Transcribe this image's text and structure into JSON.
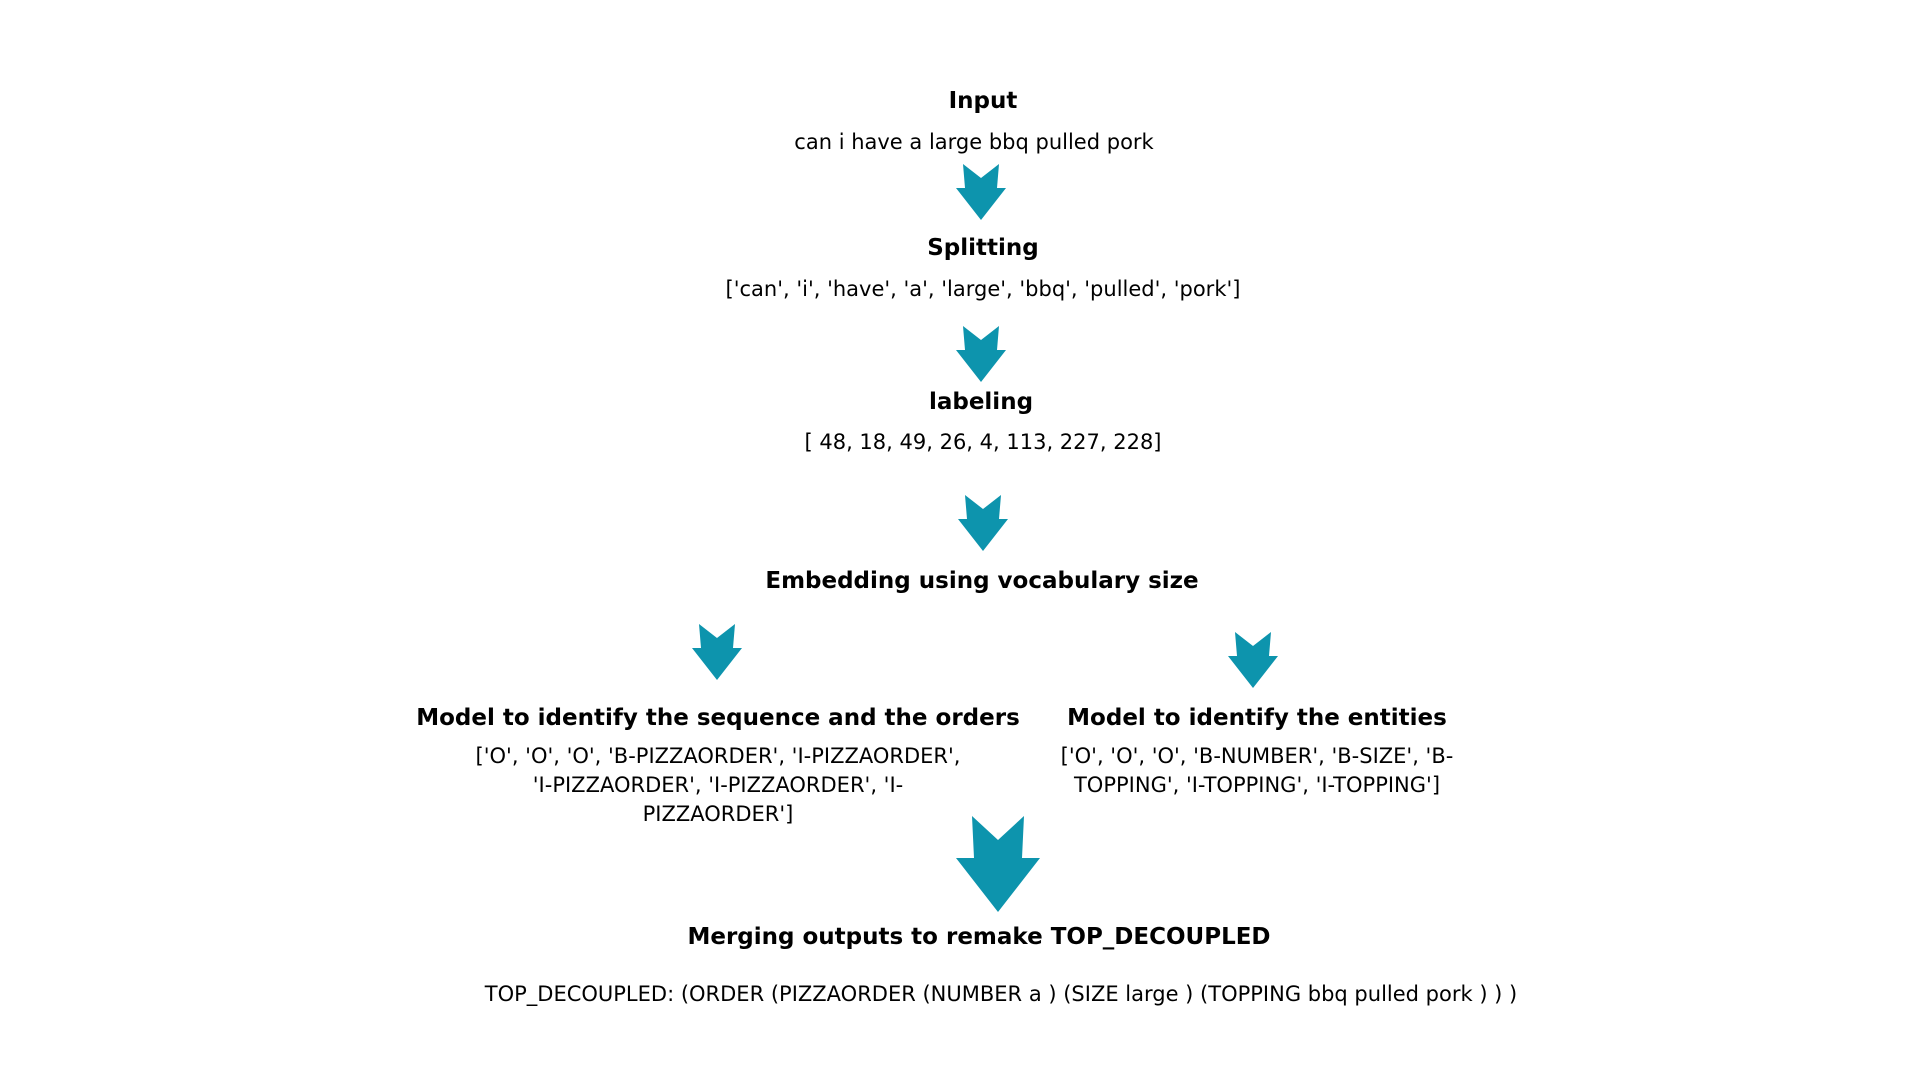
{
  "colors": {
    "arrow": "#0d94ad",
    "text": "#000000",
    "background": "#ffffff"
  },
  "steps": {
    "input": {
      "title": "Input",
      "value": "can i have a large bbq pulled pork"
    },
    "splitting": {
      "title": "Splitting",
      "value": "['can', 'i', 'have', 'a', 'large', 'bbq', 'pulled', 'pork']"
    },
    "labeling": {
      "title": "labeling",
      "value": "[ 48,  18,  49,  26,   4, 113, 227, 228]"
    },
    "embedding": {
      "title": "Embedding using vocabulary size"
    },
    "model_orders": {
      "title": "Model to identify the sequence and the orders",
      "value": "['O', 'O', 'O', 'B-PIZZAORDER', 'I-PIZZAORDER', 'I-PIZZAORDER', 'I-PIZZAORDER', 'I-PIZZAORDER']"
    },
    "model_entities": {
      "title": "Model to identify the  entities",
      "value": "['O', 'O', 'O', 'B-NUMBER', 'B-SIZE', 'B-TOPPING', 'I-TOPPING', 'I-TOPPING']"
    },
    "merging": {
      "title": "Merging outputs to remake TOP_DECOUPLED",
      "value": "TOP_DECOUPLED: (ORDER (PIZZAORDER (NUMBER a ) (SIZE large ) (TOPPING bbq pulled pork ) ) )"
    }
  },
  "icons": {
    "flow_arrow": "arrow-down-icon"
  }
}
